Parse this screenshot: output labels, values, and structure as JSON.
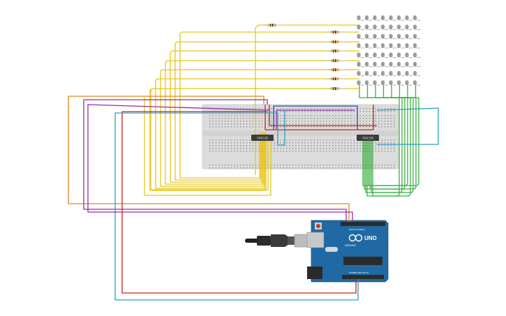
{
  "breadboard": {
    "chips": [
      {
        "label": "74HC595"
      },
      {
        "label": "74HC595"
      }
    ]
  },
  "arduino": {
    "model": "UNO",
    "brand": "ARDUINO",
    "pin_header_text": "DIGITAL (PWM~)",
    "power_header_text": "POWER   ANALOG IN"
  },
  "led_matrix": {
    "rows": 8,
    "cols": 8,
    "led_color": "#9c9c9c"
  },
  "resistors": {
    "count": 8,
    "body_color": "#d8b16c"
  },
  "wire_colors": {
    "yellow": "#e6c619",
    "green": "#3bb043",
    "red": "#c5241c",
    "orange": "#e5831e",
    "purple": "#8f2fa3",
    "blue": "#2a9fbe",
    "darkblue": "#2548a8"
  }
}
